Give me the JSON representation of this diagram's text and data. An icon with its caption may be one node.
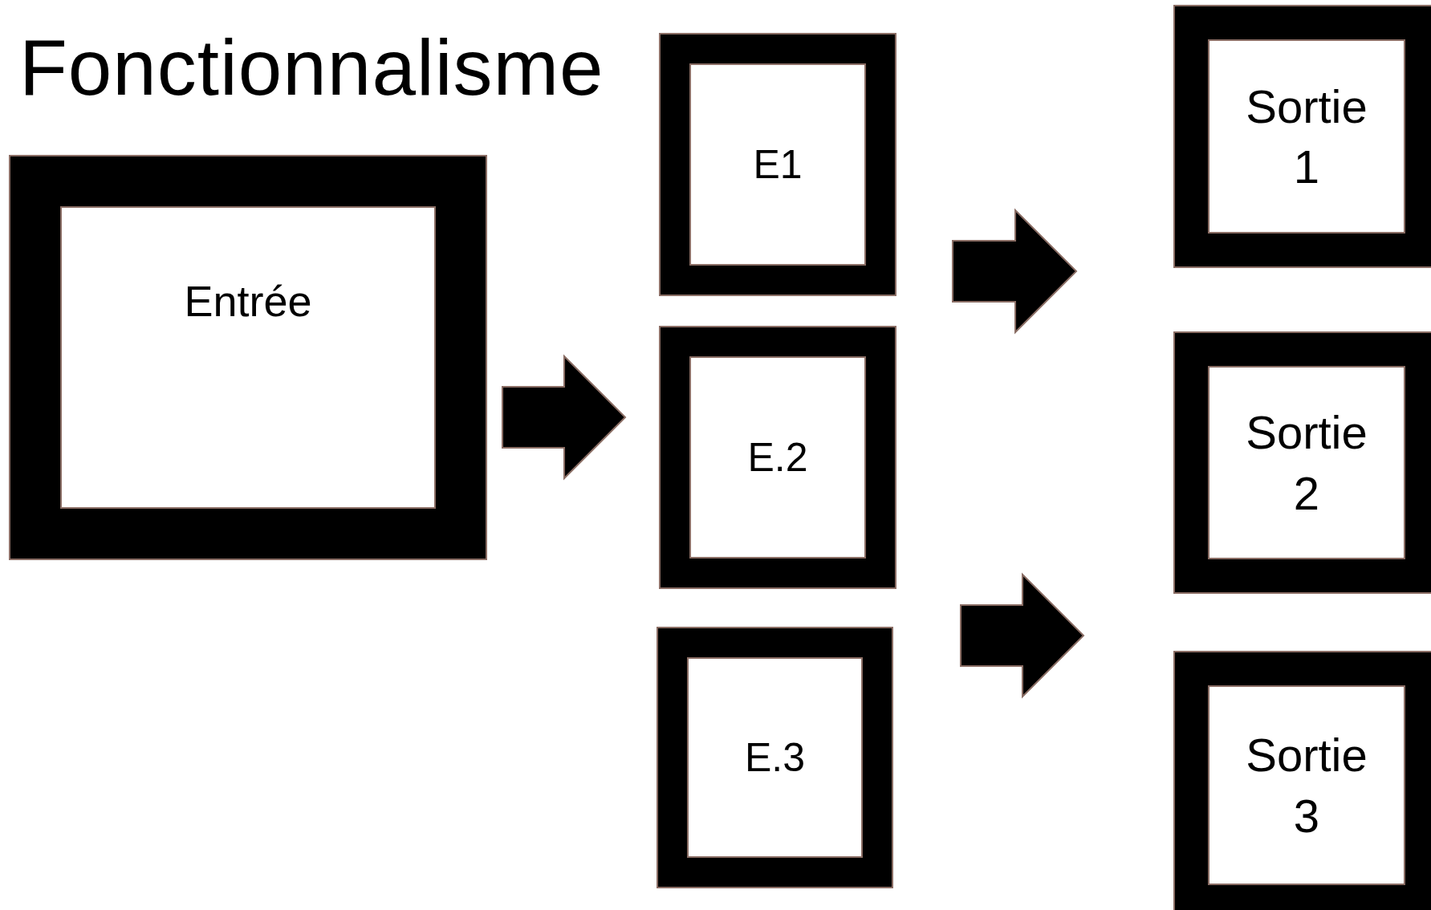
{
  "diagram": {
    "title": "Fonctionnalisme",
    "nodes": [
      {
        "text": [
          "Entrée"
        ]
      },
      {
        "text": [
          "E1"
        ]
      },
      {
        "text": [
          "E.2"
        ]
      },
      {
        "text": [
          "E.3"
        ]
      },
      {
        "text": [
          "Sortie 1"
        ]
      },
      {
        "text": [
          "Sortie 2"
        ]
      },
      {
        "text": [
          "Sortie 3"
        ]
      }
    ],
    "edges": [
      {
        "from": 0,
        "to": 2,
        "arrow": "to"
      },
      {
        "from": 1,
        "to": 4,
        "arrow": "to"
      },
      {
        "from": 3,
        "to": 6,
        "arrow": "to"
      }
    ]
  }
}
